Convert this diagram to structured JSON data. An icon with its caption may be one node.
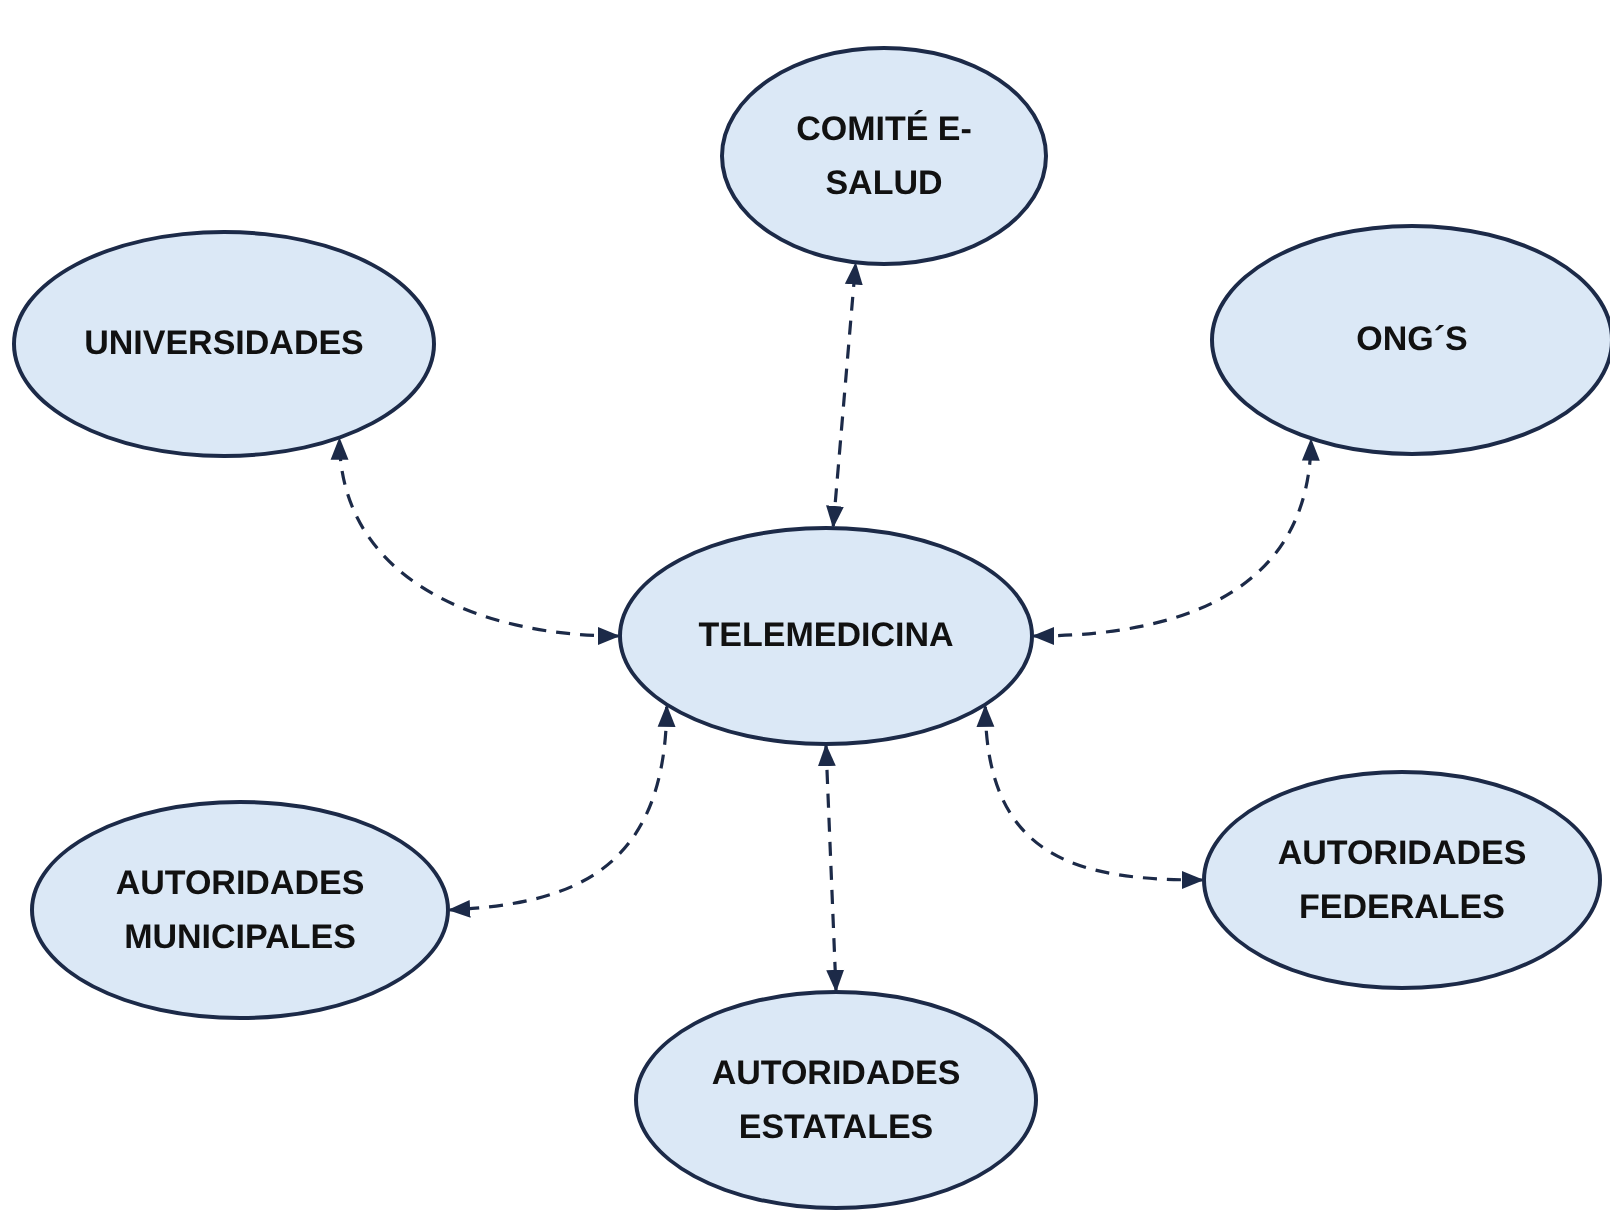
{
  "diagram": {
    "nodes": [
      {
        "text": [
          "COMITÉ E-SALUD"
        ]
      },
      {
        "text": [
          "UNIVERSIDADES"
        ]
      },
      {
        "text": [
          "ONG´S"
        ]
      },
      {
        "text": [
          "TELEMEDICINA"
        ]
      },
      {
        "text": [
          "AUTORIDADES MUNICIPALES"
        ]
      },
      {
        "text": [
          "AUTORIDADES FEDERALES"
        ]
      },
      {
        "text": [
          "AUTORIDADES ESTATALES"
        ]
      }
    ],
    "edges": [
      {
        "from": 3,
        "to": 0,
        "arrow": "both",
        "style": "dashed"
      },
      {
        "from": 3,
        "to": 1,
        "arrow": "both",
        "style": "dashed"
      },
      {
        "from": 3,
        "to": 2,
        "arrow": "both",
        "style": "dashed"
      },
      {
        "from": 3,
        "to": 4,
        "arrow": "both",
        "style": "dashed"
      },
      {
        "from": 3,
        "to": 6,
        "arrow": "both",
        "style": "dashed"
      },
      {
        "from": 3,
        "to": 5,
        "arrow": "both",
        "style": "dashed"
      }
    ]
  }
}
